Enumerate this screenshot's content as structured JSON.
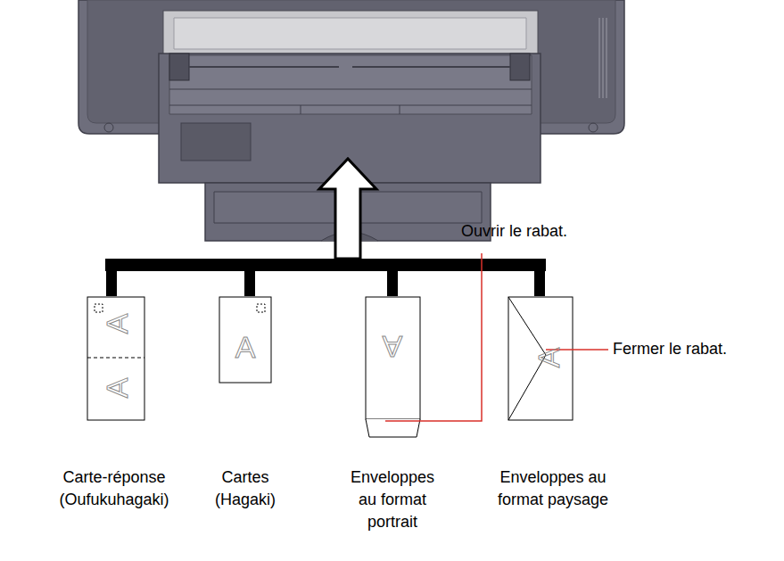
{
  "diagram": {
    "labels": [
      "Ouvrir le rabat.",
      "Fermer le rabat.",
      "A",
      "A",
      "A",
      "A",
      "A",
      "Carte-réponse (Oufukuhagaki)",
      "Cartes (Hagaki)",
      "Enveloppes au format portrait",
      "Enveloppes au format paysage"
    ]
  }
}
